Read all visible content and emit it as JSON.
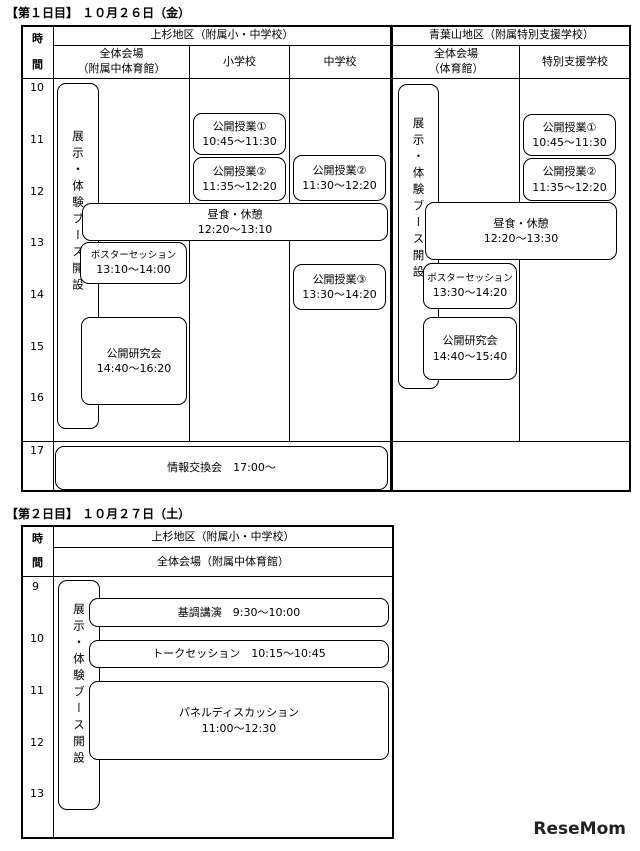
{
  "day1": {
    "title": "【第１日目】 １０月２６日（金）",
    "time_header_1": "時",
    "time_header_2": "間",
    "region_uesugi": "上杉地区（附属小・中学校）",
    "region_aobayama": "青葉山地区（附属特別支援学校）",
    "col_venue_uesugi": "全体会場\n（附属中体育館）",
    "col_elementary": "小学校",
    "col_junior": "中学校",
    "col_venue_aoba": "全体会場\n（体育館）",
    "col_special": "特別支援学校",
    "hours": [
      "10",
      "11",
      "12",
      "13",
      "14",
      "15",
      "16",
      "17"
    ],
    "exhibit_booth": "展示・体験ブース開設",
    "elem_open1_name": "公開授業①",
    "elem_open1_time": "10:45～11:30",
    "elem_open2_name": "公開授業②",
    "elem_open2_time": "11:35～12:20",
    "jr_open2_name": "公開授業②",
    "jr_open2_time": "11:30～12:20",
    "lunch_uesugi_name": "昼食・休憩",
    "lunch_uesugi_time": "12:20～13:10",
    "poster_uesugi_name": "ポスターセッション",
    "poster_uesugi_time": "13:10～14:00",
    "jr_open3_name": "公開授業③",
    "jr_open3_time": "13:30～14:20",
    "research_uesugi_name": "公開研究会",
    "research_uesugi_time": "14:40～16:20",
    "info_exchange": "情報交換会　17:00～",
    "sp_open1_name": "公開授業①",
    "sp_open1_time": "10:45～11:30",
    "sp_open2_name": "公開授業②",
    "sp_open2_time": "11:35～12:20",
    "lunch_aoba_name": "昼食・休憩",
    "lunch_aoba_time": "12:20～13:30",
    "poster_aoba_name": "ポスターセッション",
    "poster_aoba_time": "13:30～14:20",
    "research_aoba_name": "公開研究会",
    "research_aoba_time": "14:40～15:40"
  },
  "day2": {
    "title": "【第２日目】 １０月２７日（土）",
    "time_header_1": "時",
    "time_header_2": "間",
    "region_uesugi": "上杉地区（附属小・中学校）",
    "col_venue": "全体会場（附属中体育館）",
    "hours": [
      "9",
      "10",
      "11",
      "12",
      "13"
    ],
    "exhibit_booth": "展示・体験ブース開設",
    "keynote": "基調講演　9:30～10:00",
    "talk_session": "トークセッション　10:15～10:45",
    "panel_name": "パネルディスカッション",
    "panel_time": "11:00～12:30"
  },
  "watermark": "ReseMom"
}
